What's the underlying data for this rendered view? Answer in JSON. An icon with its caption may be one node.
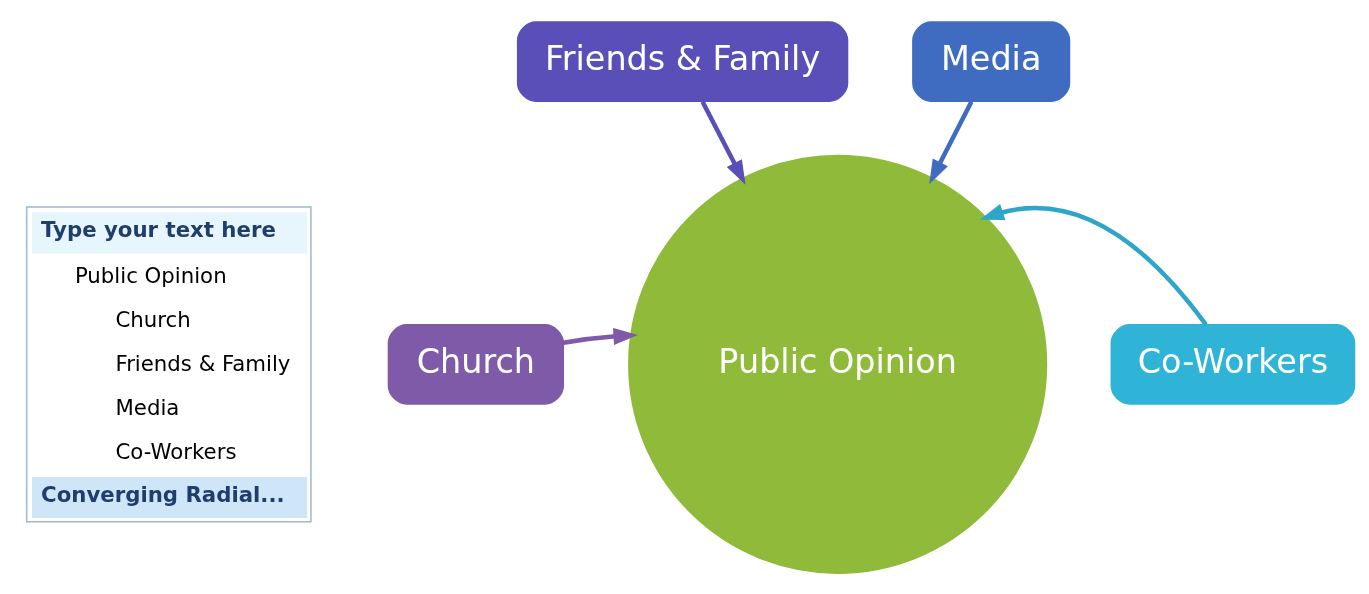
{
  "diagram": {
    "nodes": [
      {
        "text": [
          "Friends & Family"
        ]
      },
      {
        "text": [
          "Media"
        ]
      },
      {
        "text": [
          "Church"
        ]
      },
      {
        "text": [
          "Public Opinion"
        ]
      },
      {
        "text": [
          "Co-Workers"
        ]
      }
    ],
    "edges": [
      {
        "from": 0,
        "to": 3,
        "arrow": "to",
        "color": "#5a4fb8"
      },
      {
        "from": 1,
        "to": 3,
        "arrow": "to",
        "color": "#3f6cc0"
      },
      {
        "from": 2,
        "to": 3,
        "arrow": "to",
        "color": "#7f5aa8"
      },
      {
        "from": 4,
        "to": 3,
        "arrow": "to",
        "color": "#2fa6c8"
      }
    ],
    "labels": [
      "Type your text here",
      "Public Opinion",
      "Church",
      "Friends & Family",
      "Media",
      "Co-Workers",
      "Converging Radial..."
    ]
  }
}
